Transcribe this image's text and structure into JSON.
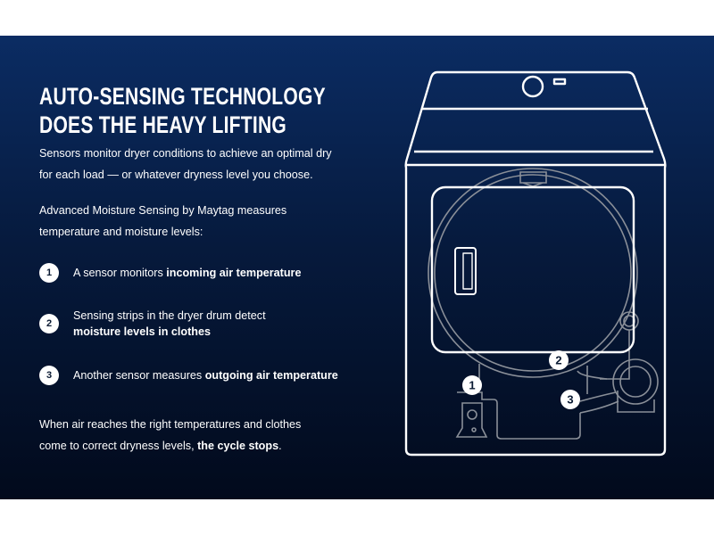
{
  "title": {
    "line1": "AUTO-SENSING TECHNOLOGY",
    "line2": "DOES THE HEAVY LIFTING"
  },
  "intro": {
    "line1": "Sensors monitor dryer conditions to achieve an optimal dry",
    "line2": "for each load — or whatever dryness level you choose."
  },
  "lead": {
    "line1": "Advanced Moisture Sensing by Maytag measures",
    "line2": "temperature and moisture levels:"
  },
  "items": [
    {
      "num": "1",
      "text": "A sensor monitors ",
      "bold": "incoming air temperature"
    },
    {
      "num": "2",
      "text": "Sensing strips in the dryer drum detect",
      "bold": "moisture levels in clothes"
    },
    {
      "num": "3",
      "text": "Another sensor measures ",
      "bold": "outgoing air temperature"
    }
  ],
  "outro": {
    "line1": "When air reaches the right temperatures and clothes",
    "line2": "come to correct dryness levels, ",
    "bold": "the cycle stops",
    "end": "."
  },
  "diagram": {
    "labels": [
      "1",
      "2",
      "3"
    ]
  },
  "colors": {
    "bg_top": "#0b2c63",
    "bg_bottom": "#020a1c",
    "line": "#ffffff",
    "component": "#8a8f98"
  }
}
